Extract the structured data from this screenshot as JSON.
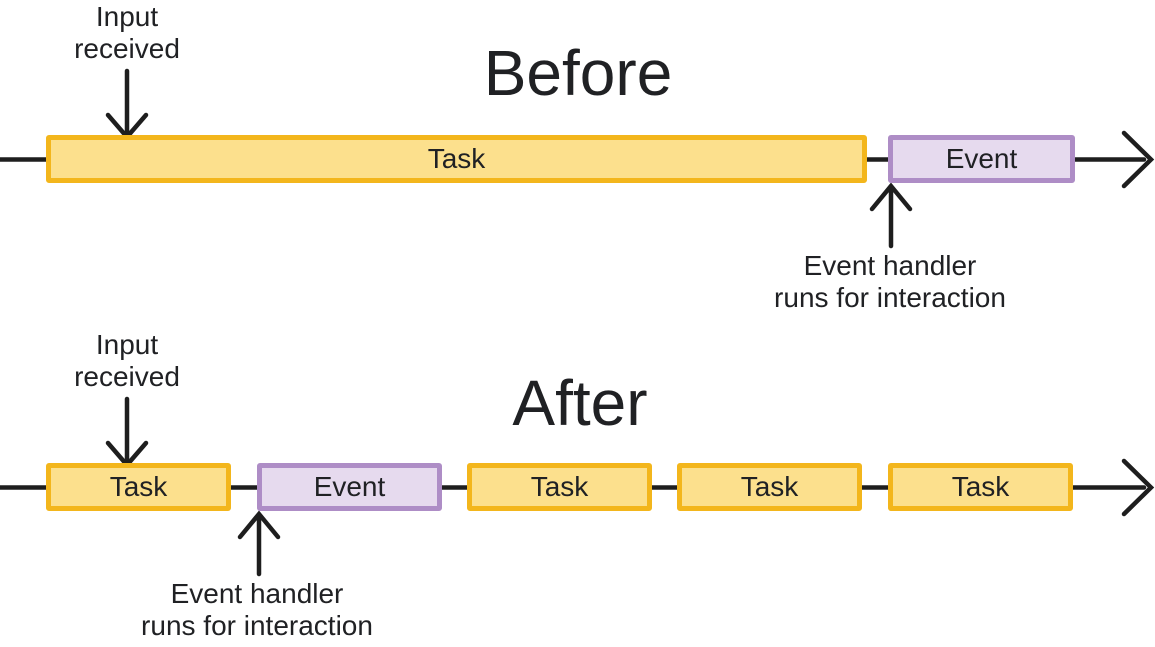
{
  "colors": {
    "task_fill": "#FCE08D",
    "task_border": "#F3B61C",
    "event_fill": "#E6DAEE",
    "event_border": "#AE8DC6",
    "line": "#1E1E1E",
    "text": "#202124"
  },
  "before": {
    "title": "Before",
    "input_label": {
      "line1": "Input",
      "line2": "received"
    },
    "handler_label": {
      "line1": "Event handler",
      "line2": "runs for interaction"
    },
    "bars": [
      {
        "type": "task",
        "label": "Task"
      },
      {
        "type": "event",
        "label": "Event"
      }
    ]
  },
  "after": {
    "title": "After",
    "input_label": {
      "line1": "Input",
      "line2": "received"
    },
    "handler_label": {
      "line1": "Event handler",
      "line2": "runs for interaction"
    },
    "bars": [
      {
        "type": "task",
        "label": "Task"
      },
      {
        "type": "event",
        "label": "Event"
      },
      {
        "type": "task",
        "label": "Task"
      },
      {
        "type": "task",
        "label": "Task"
      },
      {
        "type": "task",
        "label": "Task"
      }
    ]
  }
}
